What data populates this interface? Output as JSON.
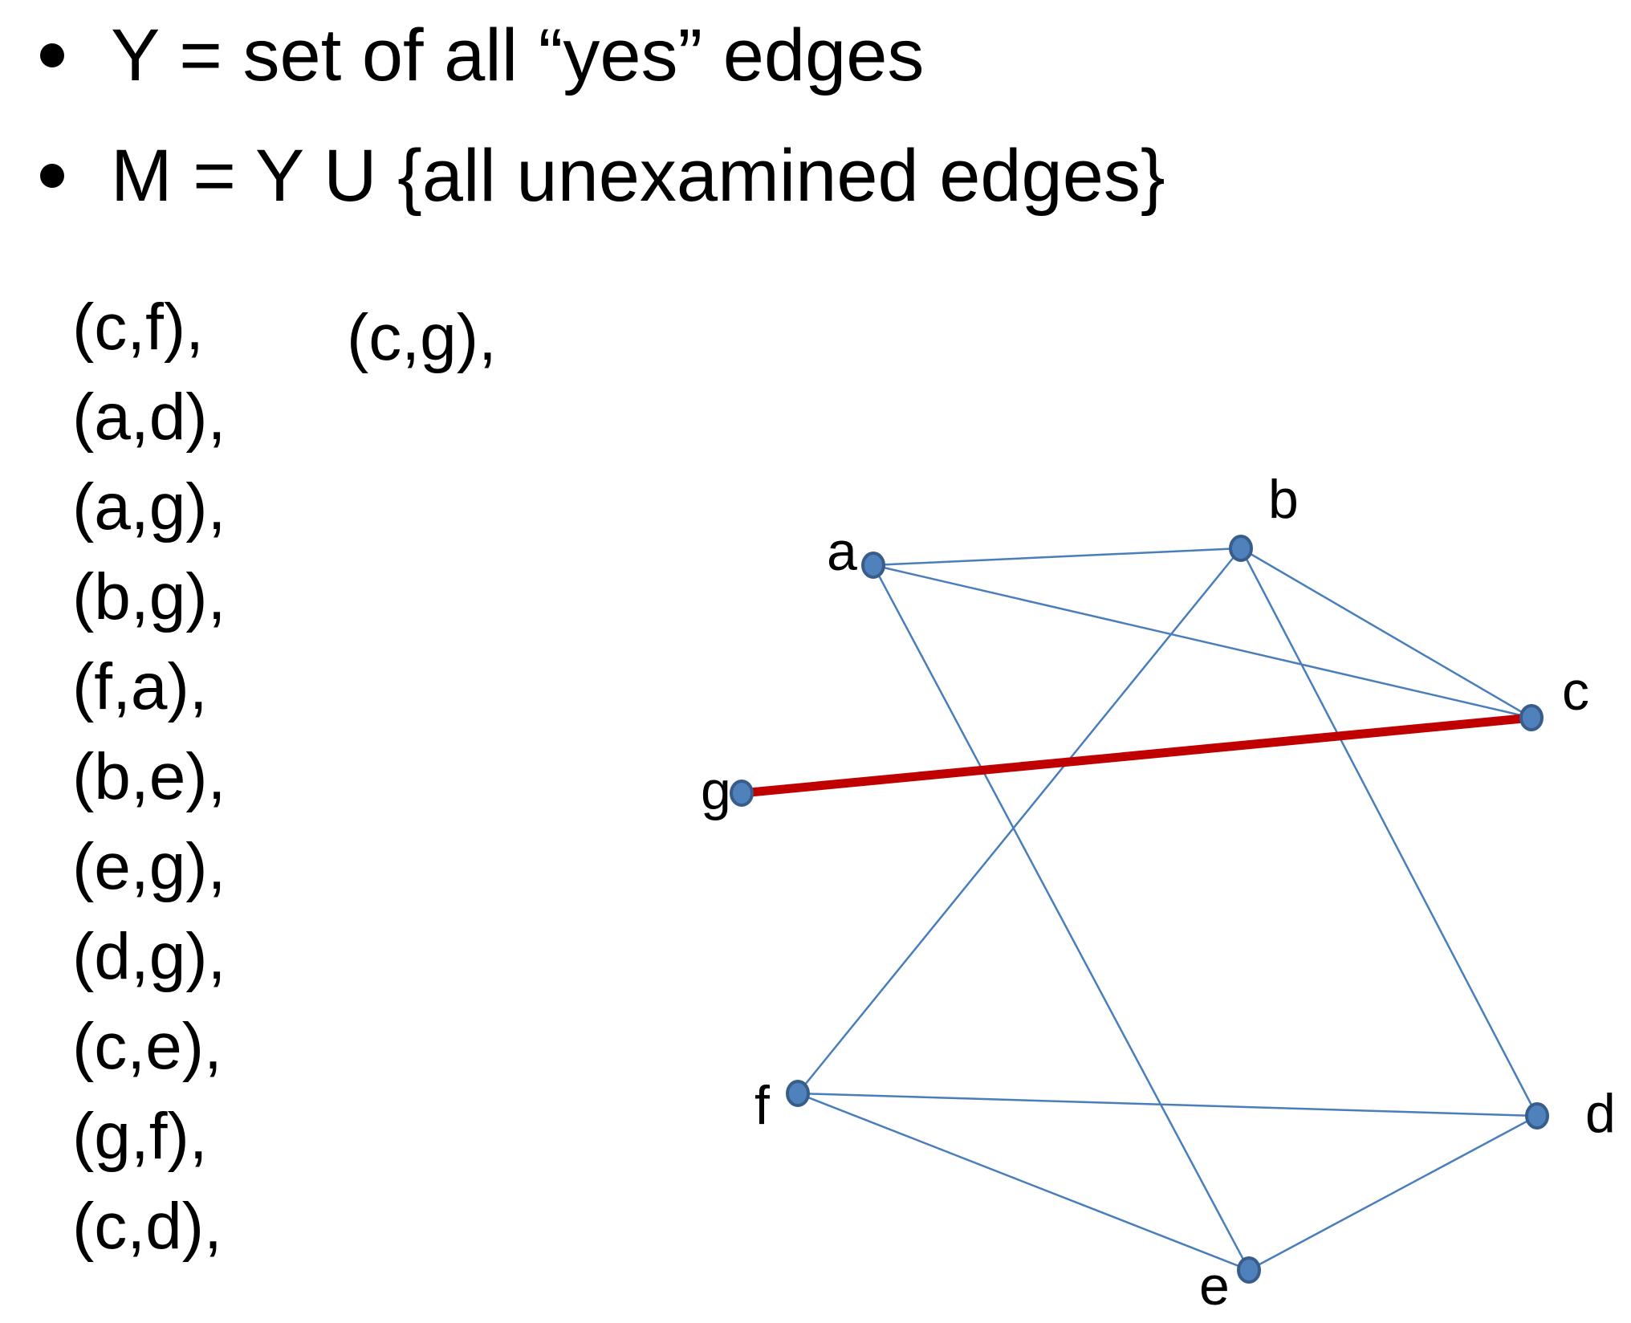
{
  "bullets": [
    {
      "text": "Y = set of all “yes” edges"
    },
    {
      "text": "M = Y U {all unexamined edges}"
    }
  ],
  "unexamined_edges": [
    "(c,f),",
    "(a,d),",
    "(a,g),",
    "(b,g),",
    "(f,a),",
    "(b,e),",
    "(e,g),",
    "(d,g),",
    "(c,e),",
    "(g,f),",
    "(c,d),"
  ],
  "yes_edges": [
    "(c,g),"
  ],
  "graph": {
    "nodes": [
      {
        "id": "a",
        "label": "a"
      },
      {
        "id": "b",
        "label": "b"
      },
      {
        "id": "c",
        "label": "c"
      },
      {
        "id": "g",
        "label": "g"
      },
      {
        "id": "f",
        "label": "f"
      },
      {
        "id": "d",
        "label": "d"
      },
      {
        "id": "e",
        "label": "e"
      }
    ],
    "edges": [
      {
        "from": "a",
        "to": "b",
        "highlighted": false
      },
      {
        "from": "a",
        "to": "c",
        "highlighted": false
      },
      {
        "from": "a",
        "to": "e",
        "highlighted": false
      },
      {
        "from": "b",
        "to": "c",
        "highlighted": false
      },
      {
        "from": "b",
        "to": "f",
        "highlighted": false
      },
      {
        "from": "b",
        "to": "d",
        "highlighted": false
      },
      {
        "from": "g",
        "to": "c",
        "highlighted": true
      },
      {
        "from": "f",
        "to": "d",
        "highlighted": false
      },
      {
        "from": "f",
        "to": "e",
        "highlighted": false
      },
      {
        "from": "e",
        "to": "d",
        "highlighted": false
      }
    ],
    "colors": {
      "edge": "#4a7ebb",
      "highlight_edge": "#c00000",
      "node_fill": "#4f81bd",
      "node_stroke": "#385d8a"
    }
  }
}
